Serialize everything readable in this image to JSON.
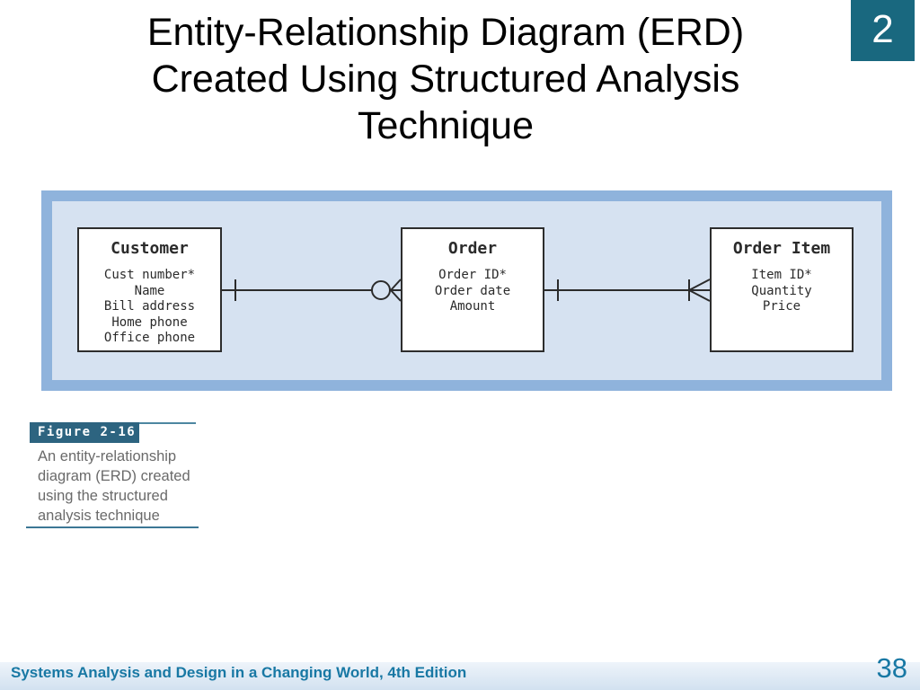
{
  "slide": {
    "title_lines": [
      "Entity-Relationship Diagram (ERD)",
      "Created Using Structured Analysis",
      "Technique"
    ],
    "slide_number": "2",
    "footer_text": "Systems Analysis and Design in a Changing World, 4th Edition",
    "page_number": "38"
  },
  "figure_caption": {
    "label": "Figure 2-16",
    "lines": [
      "An entity-relationship",
      "diagram (ERD) created",
      "using the structured",
      "analysis technique"
    ]
  },
  "diagram": {
    "entities": [
      {
        "name": "Customer",
        "attributes": [
          "Cust number*",
          "Name",
          "Bill address",
          "Home phone",
          "Office phone"
        ]
      },
      {
        "name": "Order",
        "attributes": [
          "Order ID*",
          "Order date",
          "Amount"
        ]
      },
      {
        "name": "Order Item",
        "attributes": [
          "Item ID*",
          "Quantity",
          "Price"
        ]
      }
    ],
    "relationships": [
      {
        "from": "Customer",
        "to": "Order",
        "from_cardinality": "one",
        "to_cardinality": "zero-or-many"
      },
      {
        "from": "Order",
        "to": "Order Item",
        "from_cardinality": "one",
        "to_cardinality": "one-or-many"
      }
    ]
  },
  "colors": {
    "accent_teal": "#19687f",
    "figure_label_bg": "#2d6480",
    "footer_text": "#1878a4",
    "diagram_frame": "#8fb3dc",
    "diagram_panel": "#d6e2f1"
  }
}
